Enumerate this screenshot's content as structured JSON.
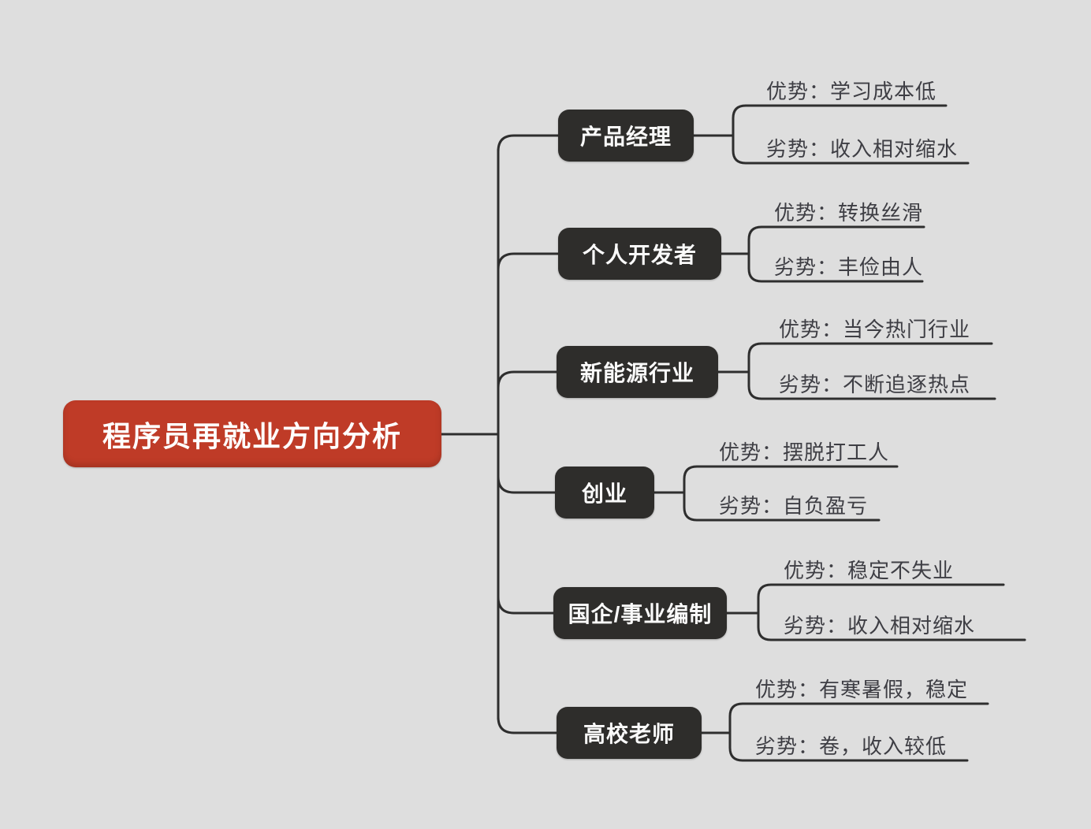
{
  "diagram": {
    "root": {
      "label": "程序员再就业方向分析"
    },
    "branches": [
      {
        "label": "产品经理",
        "advantage": "优势：学习成本低",
        "disadvantage": "劣势：收入相对缩水"
      },
      {
        "label": "个人开发者",
        "advantage": "优势：转换丝滑",
        "disadvantage": "劣势：丰俭由人"
      },
      {
        "label": "新能源行业",
        "advantage": "优势：当今热门行业",
        "disadvantage": "劣势：不断追逐热点"
      },
      {
        "label": "创业",
        "advantage": "优势：摆脱打工人",
        "disadvantage": "劣势：自负盈亏"
      },
      {
        "label": "国企/事业编制",
        "advantage": "优势：稳定不失业",
        "disadvantage": "劣势：收入相对缩水"
      },
      {
        "label": "高校老师",
        "advantage": "优势：有寒暑假，稳定",
        "disadvantage": "劣势：卷，收入较低"
      }
    ],
    "colors": {
      "background": "#dedede",
      "root_bg": "#bf3b27",
      "branch_bg": "#2e2d2b",
      "line": "#2e2e2e",
      "text": "#3e3e44",
      "root_text": "#ffffff",
      "branch_text": "#fafafa"
    }
  }
}
